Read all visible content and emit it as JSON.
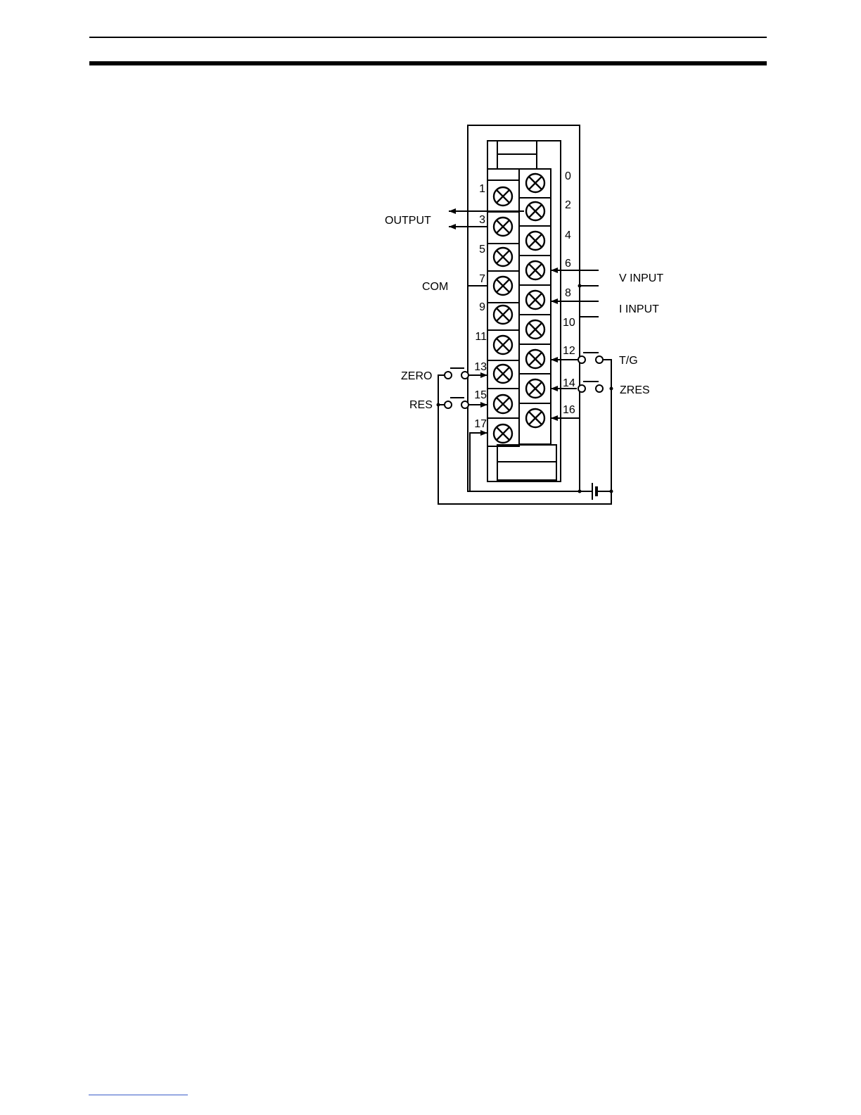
{
  "diagram": {
    "left_terminals": [
      "1",
      "3",
      "5",
      "7",
      "9",
      "11",
      "13",
      "15",
      "17"
    ],
    "right_terminals": [
      "0",
      "2",
      "4",
      "6",
      "8",
      "10",
      "12",
      "14",
      "16"
    ],
    "labels": {
      "output": "OUTPUT",
      "com": "COM",
      "v_input": "V INPUT",
      "i_input": "I INPUT",
      "tg": "T/G",
      "zres": "ZRES",
      "zero": "ZERO",
      "res": "RES"
    }
  }
}
